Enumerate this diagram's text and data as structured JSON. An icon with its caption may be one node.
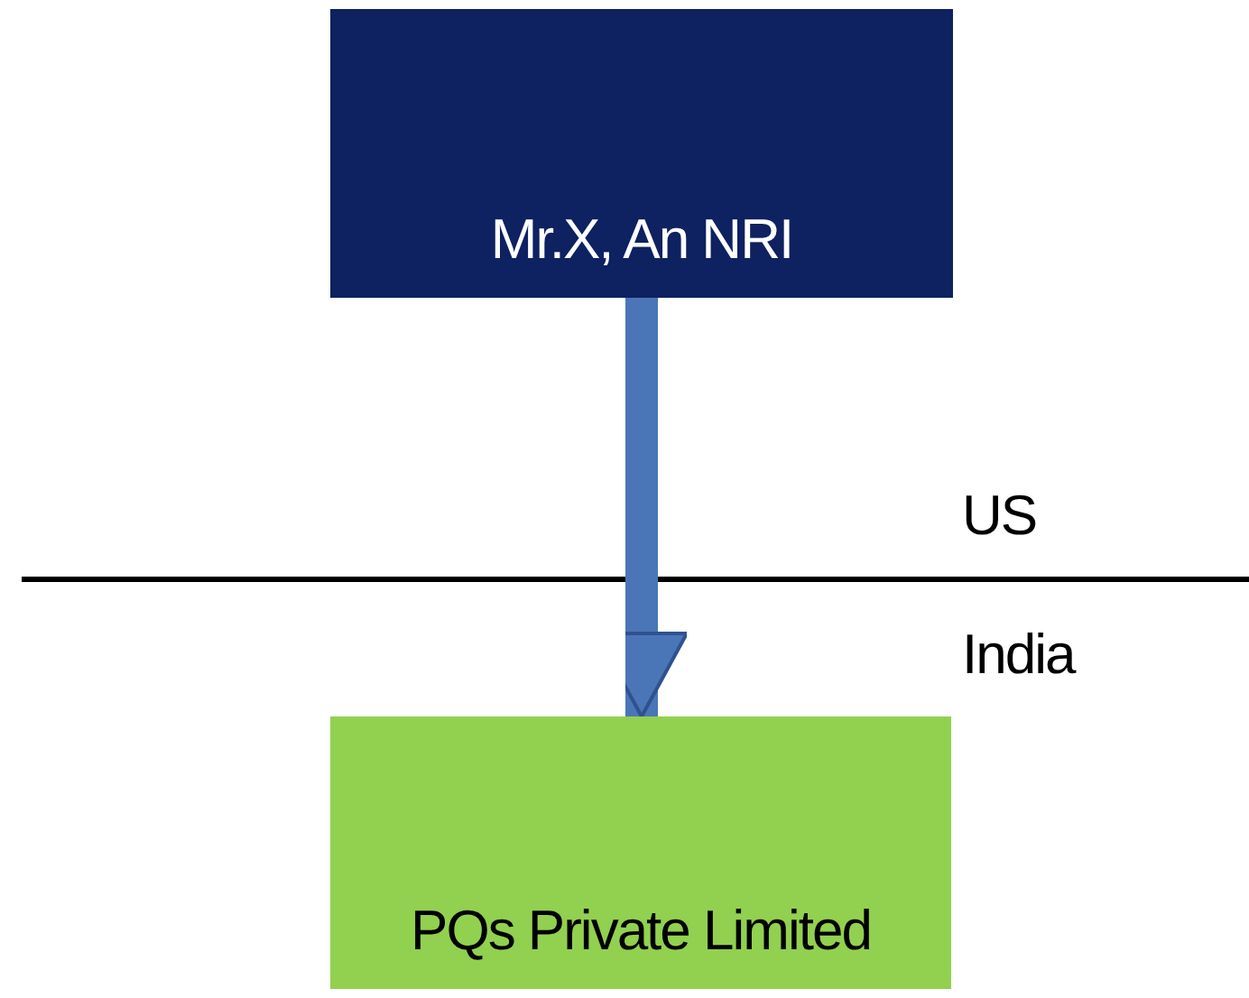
{
  "diagram": {
    "nodes": [
      {
        "text": [
          "Mr.X, An NRI"
        ]
      },
      {
        "text": [
          "PQs Private Limited"
        ]
      }
    ],
    "edges": [
      {
        "from": 0,
        "to": 1,
        "arrow": "to"
      }
    ],
    "labels": [
      "US",
      "India"
    ]
  }
}
